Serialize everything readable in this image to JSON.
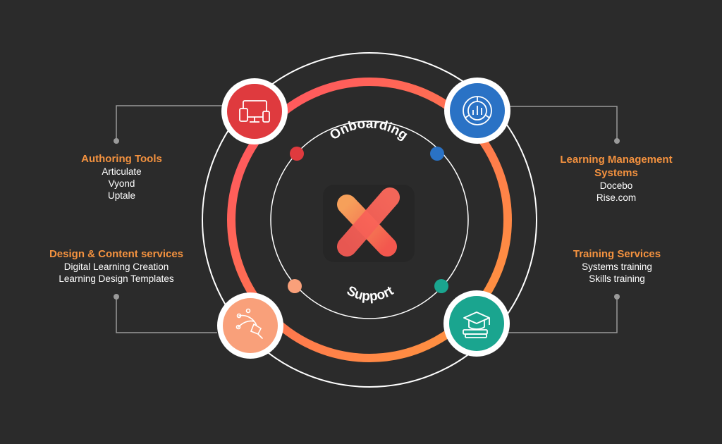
{
  "center": {
    "top_label": "Onboarding",
    "bottom_label": "Support",
    "logo": "x-logo"
  },
  "services": [
    {
      "heading": "Authoring Tools",
      "items": [
        "Articulate",
        "Vyond",
        "Uptale"
      ],
      "icon": "devices-icon",
      "color": "#df3a3e"
    },
    {
      "heading": "Learning Management Systems",
      "items": [
        "Docebo",
        "Rise.com"
      ],
      "icon": "analytics-chart-icon",
      "color": "#2a72c5"
    },
    {
      "heading": "Design & Content services",
      "items": [
        "Digital Learning Creation",
        "Learning Design Templates"
      ],
      "icon": "pen-tool-icon",
      "color": "#f9a07a"
    },
    {
      "heading": "Training Services",
      "items": [
        "Systems training",
        "Skills training"
      ],
      "icon": "graduation-cap-icon",
      "color": "#1aa58f"
    }
  ],
  "colors": {
    "background": "#2b2b2b",
    "accent_orange": "#f4923f",
    "ring_gradient_start": "#ff4f62",
    "ring_gradient_end": "#ff9a3c",
    "dot_red": "#df3a3e",
    "dot_blue": "#2a72c5",
    "dot_peach": "#f9a07a",
    "dot_teal": "#1aa58f"
  }
}
